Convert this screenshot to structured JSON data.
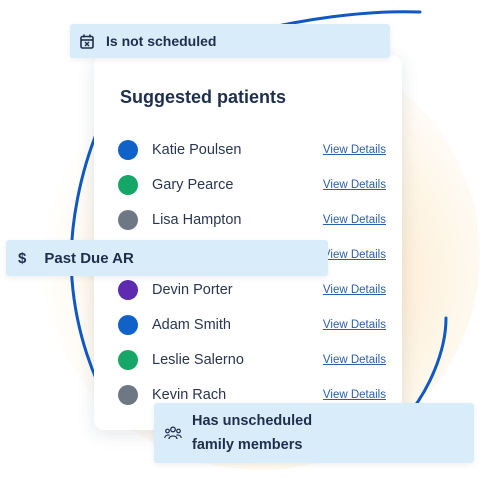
{
  "card": {
    "title": "Suggested patients",
    "patients": [
      {
        "name": "Katie Poulsen",
        "color": "#1062c8",
        "link": "View Details"
      },
      {
        "name": "Gary Pearce",
        "color": "#16a768",
        "link": "View Details"
      },
      {
        "name": "Lisa Hampton",
        "color": "#6e7885",
        "link": "View Details"
      },
      {
        "name": "",
        "color": "",
        "link": "View Details"
      },
      {
        "name": "Devin Porter",
        "color": "#5e2ab0",
        "link": "View Details"
      },
      {
        "name": "Adam Smith",
        "color": "#1062c8",
        "link": "View Details"
      },
      {
        "name": "Leslie Salerno",
        "color": "#16a768",
        "link": "View Details"
      },
      {
        "name": "Kevin Rach",
        "color": "#6e7885",
        "link": "View Details"
      }
    ]
  },
  "tags": {
    "not_scheduled": {
      "label": "Is not scheduled",
      "icon": "calendar-x-icon"
    },
    "past_due": {
      "label": "Past Due AR",
      "icon": "dollar-icon",
      "glyph": "$"
    },
    "family": {
      "line1": "Has unscheduled",
      "line2": "family members",
      "icon": "people-group-icon"
    }
  },
  "colors": {
    "accent": "#1062c8",
    "tag_bg": "#d9ecfa",
    "title": "#1d2f4d",
    "link": "#2b5fa8"
  }
}
